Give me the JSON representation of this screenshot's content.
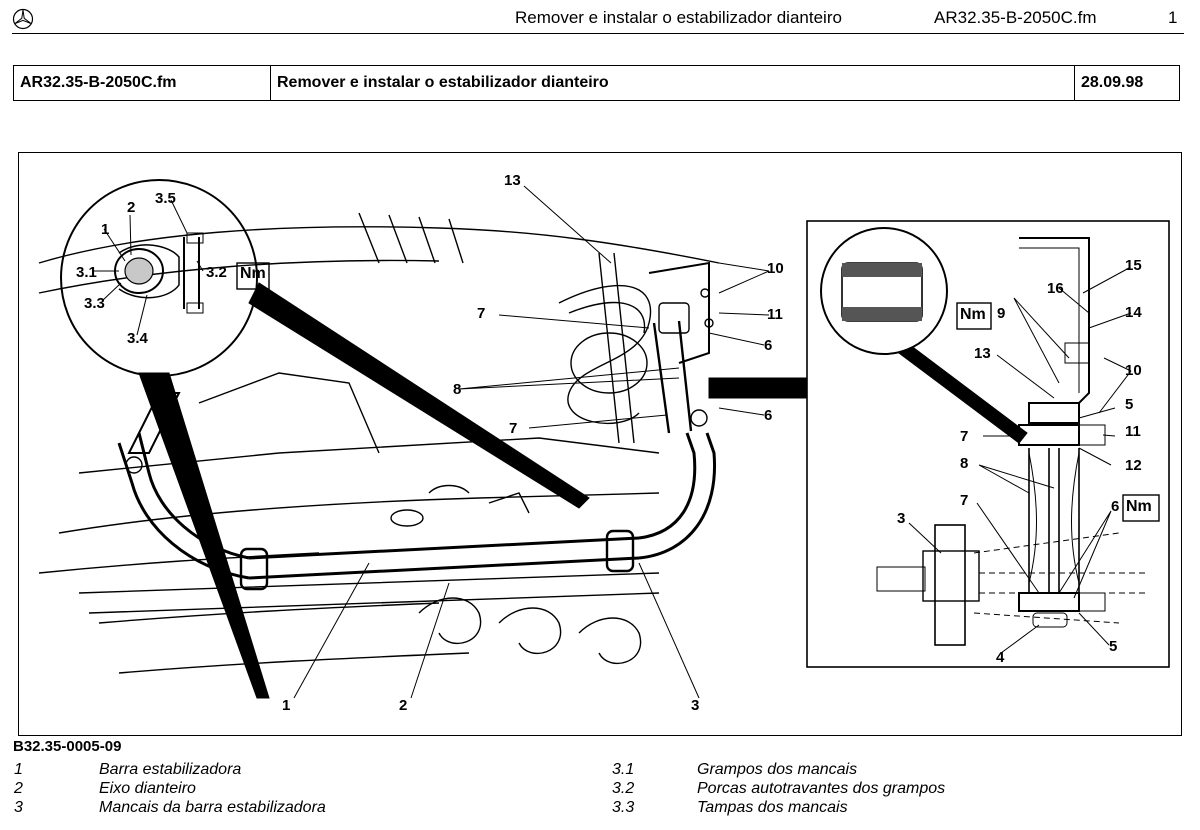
{
  "header": {
    "title": "Remover e instalar o estabilizador dianteiro",
    "file": "AR32.35-B-2050C.fm",
    "page": "1"
  },
  "info_table": {
    "file": "AR32.35-B-2050C.fm",
    "title": "Remover e instalar o estabilizador dianteiro",
    "date": "28.09.98"
  },
  "figure": {
    "id": "B32.35-0005-09",
    "callouts": {
      "c1": "1",
      "c2": "2",
      "c3": "3",
      "c7a": "7",
      "c7b": "7",
      "c8": "8",
      "c13": "13",
      "c10": "10",
      "c11": "11",
      "c6a": "6",
      "c6b": "6",
      "m_nm": "Nm",
      "m_1": "1",
      "m_2": "2",
      "m_35": "3.5",
      "m_31": "3.1",
      "m_32": "3.2",
      "m_33": "3.3",
      "m_34": "3.4",
      "r_15": "15",
      "r_16": "16",
      "r_14": "14",
      "r_nm": "Nm",
      "r_9": "9",
      "r_13": "13",
      "r_10": "10",
      "r_5a": "5",
      "r_7a": "7",
      "r_11": "11",
      "r_8": "8",
      "r_12": "12",
      "r_7b": "7",
      "r_6": "6",
      "r_nm2": "Nm",
      "r_3": "3",
      "r_4": "4",
      "r_5b": "5"
    }
  },
  "legend": {
    "left": [
      {
        "num": "1",
        "text": "Barra estabilizadora"
      },
      {
        "num": "2",
        "text": "Eixo dianteiro"
      },
      {
        "num": "3",
        "text": "Mancais da barra estabilizadora"
      }
    ],
    "right": [
      {
        "num": "3.1",
        "text": "Grampos dos mancais"
      },
      {
        "num": "3.2",
        "text": "Porcas autotravantes dos grampos"
      },
      {
        "num": "3.3",
        "text": "Tampas dos mancais"
      }
    ]
  }
}
